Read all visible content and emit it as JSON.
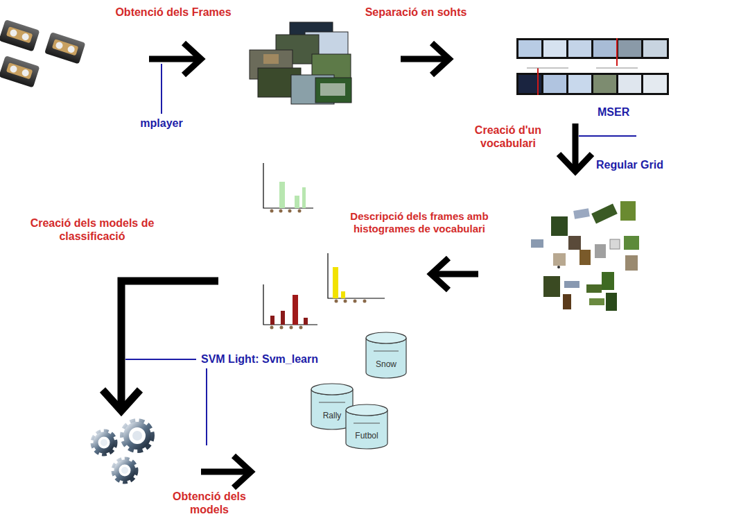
{
  "diagram": {
    "nodes": [
      {
        "text": [
          "Snow"
        ]
      },
      {
        "text": [
          "Rally"
        ]
      },
      {
        "text": [
          "Futbol"
        ]
      }
    ],
    "labels": [
      "Obtenció dels Frames",
      "Separació en sohts",
      "mplayer",
      "MSER",
      "Creació d'un vocabulari",
      "Regular Grid",
      "Descripció dels frames amb histogrames de vocabulari",
      "Creació dels models de classificació",
      "SVM Light: Svm_learn",
      "Obtenció dels models"
    ]
  }
}
